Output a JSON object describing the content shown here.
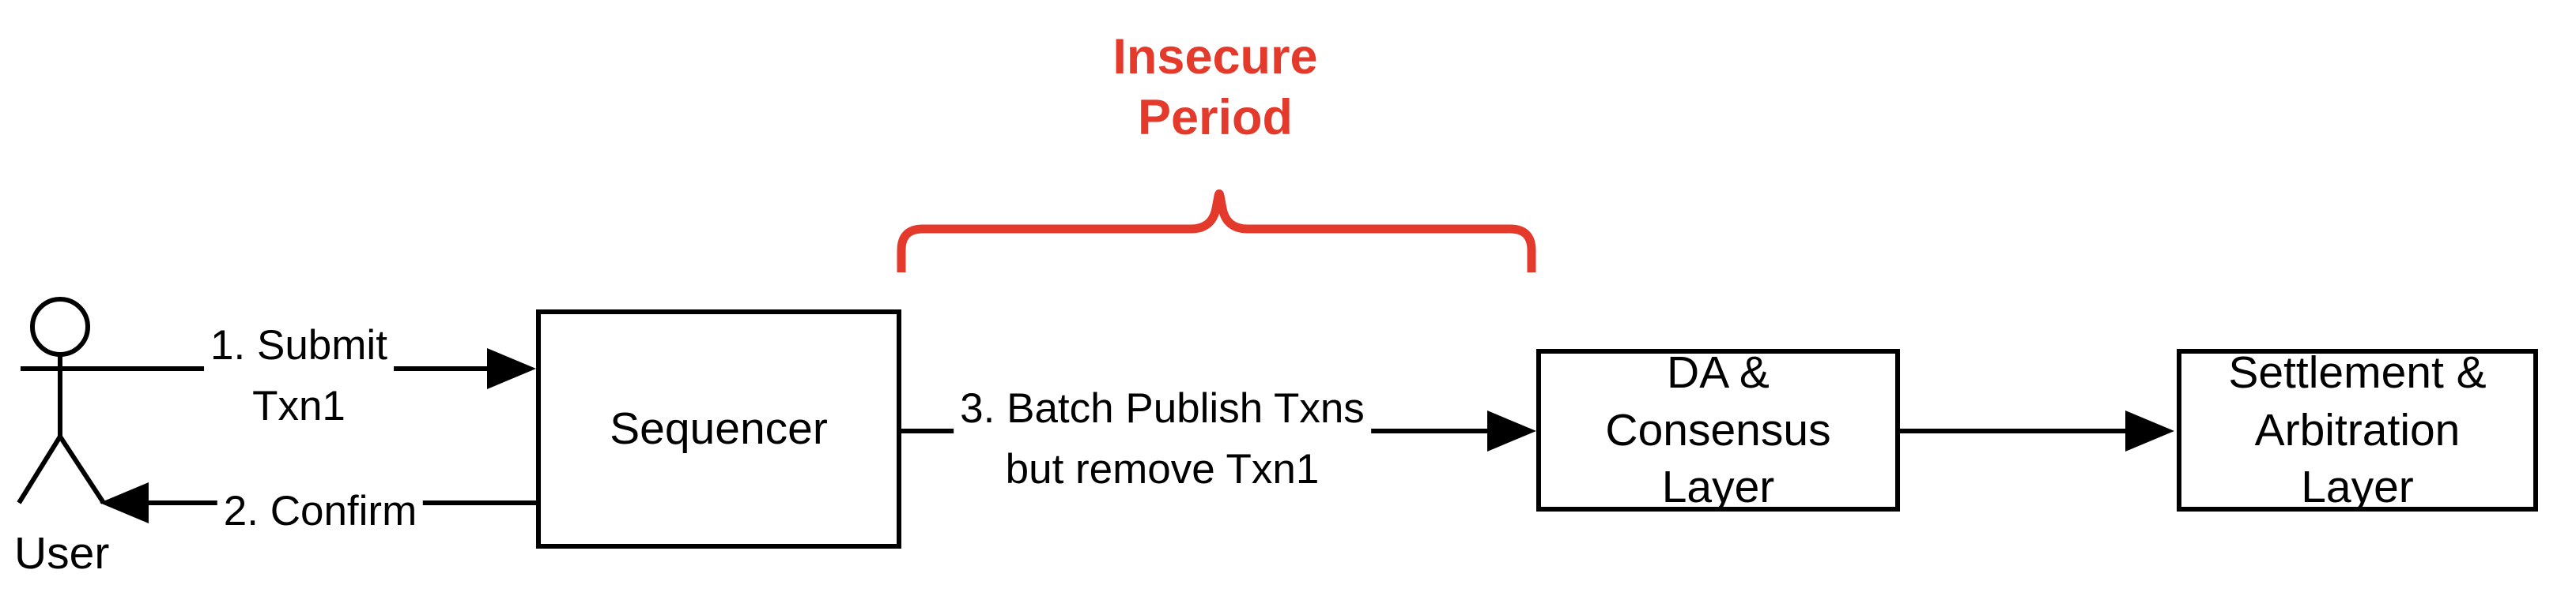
{
  "colors": {
    "background": "#FFFFFF",
    "ink": "#000000",
    "accent_red": "#E33A2C"
  },
  "annotation": {
    "lines": [
      "Insecure",
      "Period"
    ]
  },
  "actor": {
    "label": "User"
  },
  "boxes": {
    "sequencer": {
      "label": "Sequencer"
    },
    "da_consensus": {
      "lines": [
        "DA &",
        "Consensus",
        "Layer"
      ]
    },
    "settlement": {
      "lines": [
        "Settlement &",
        "Arbitration",
        "Layer"
      ]
    }
  },
  "messages": {
    "submit": {
      "lines": [
        "1. Submit",
        "Txn1"
      ]
    },
    "confirm": {
      "label": "2. Confirm"
    },
    "batch_publish": {
      "lines": [
        "3. Batch Publish Txns",
        "but remove Txn1"
      ]
    }
  }
}
